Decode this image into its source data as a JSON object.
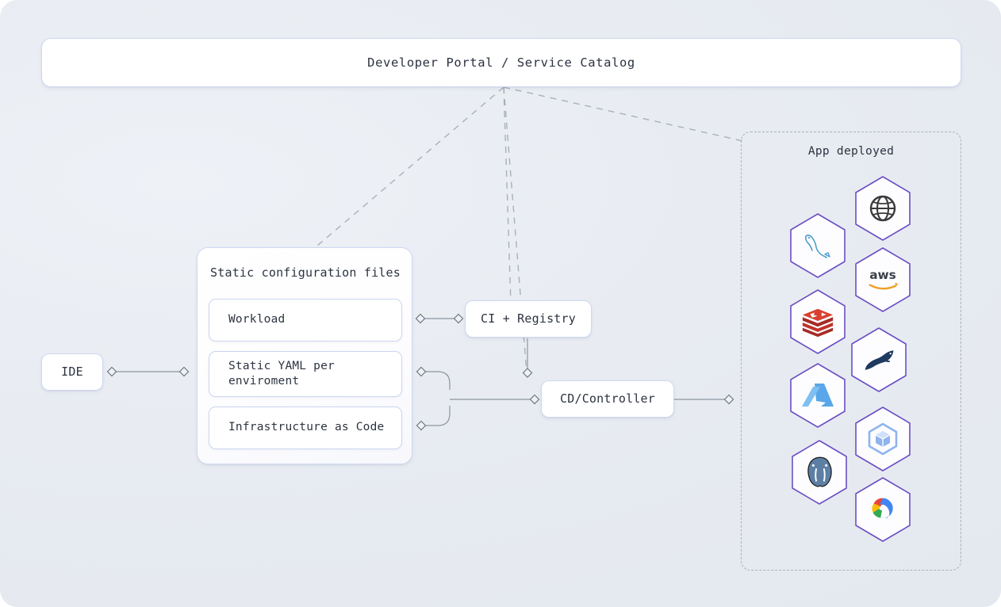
{
  "portal": {
    "title": "Developer Portal / Service Catalog"
  },
  "nodes": {
    "ide": {
      "label": "IDE"
    },
    "ci": {
      "label": "CI + Registry"
    },
    "cd": {
      "label": "CD/Controller"
    }
  },
  "config_group": {
    "title": "Static configuration files",
    "items": [
      {
        "label": "Workload"
      },
      {
        "label": "Static YAML per\nenviroment"
      },
      {
        "label": "Infrastructure as Code"
      }
    ]
  },
  "deploy_zone": {
    "label": "App deployed",
    "hexagons": [
      {
        "icon": "globe-icon",
        "name": "globe"
      },
      {
        "icon": "mysql-icon",
        "name": "mysql"
      },
      {
        "icon": "aws-icon",
        "name": "aws",
        "text": "aws"
      },
      {
        "icon": "redis-icon",
        "name": "redis"
      },
      {
        "icon": "mariadb-icon",
        "name": "mariadb"
      },
      {
        "icon": "azure-icon",
        "name": "azure"
      },
      {
        "icon": "cube-icon",
        "name": "cube"
      },
      {
        "icon": "postgresql-icon",
        "name": "postgresql"
      },
      {
        "icon": "google-cloud-icon",
        "name": "google-cloud"
      }
    ]
  },
  "colors": {
    "background": "#e9edf3",
    "card_border": "#ccd5f1",
    "card_fill": "#ffffff",
    "hex_stroke": "#6b4fc4",
    "wire": "#8d949f",
    "dashed": "#a9b0bb",
    "text": "#2c3340",
    "aws_orange": "#f0a02a",
    "redis_red": "#c0332a",
    "azure_blue": "#50a0e0",
    "mariadb_navy": "#1f3a5f",
    "postgres_blue": "#5d7fa4",
    "cube_blue": "#8fb4ee",
    "mysql_blue": "#4f9ecb"
  }
}
